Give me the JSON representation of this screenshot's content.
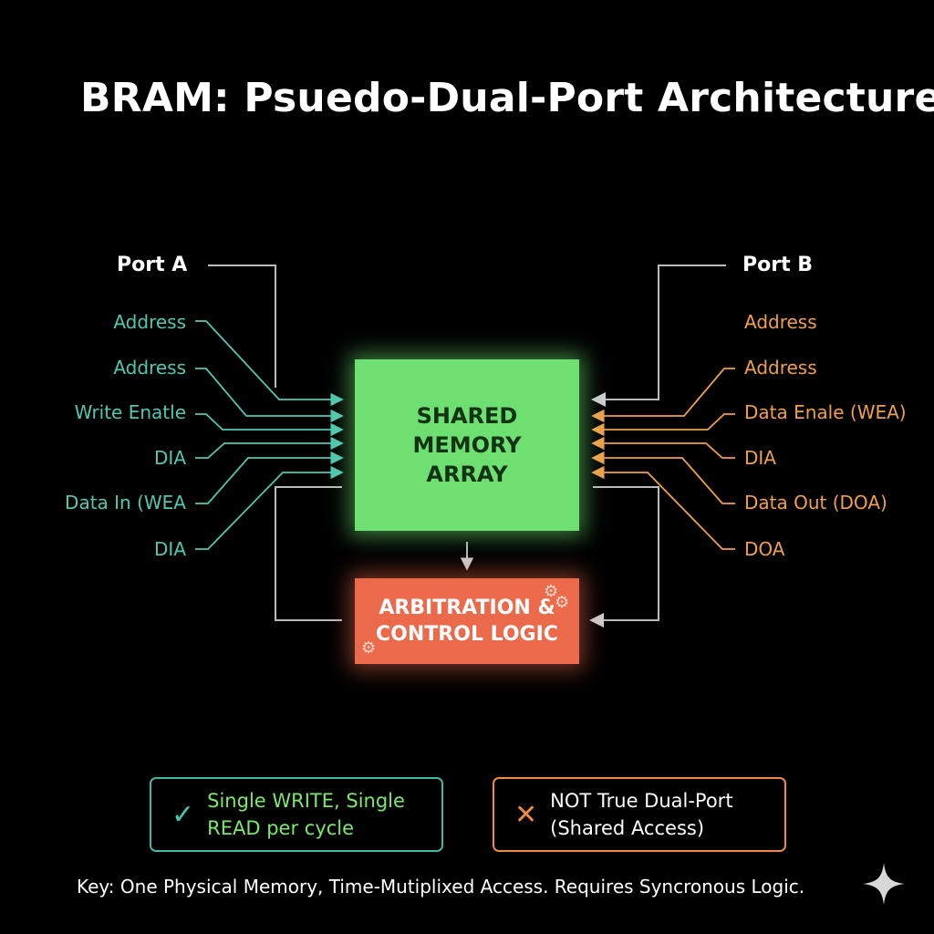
{
  "title": "BRAM: Psuedo-Dual-Port Architecture",
  "port_a": {
    "label": "Port A",
    "signals": [
      "Address",
      "Address",
      "Write Enatle",
      "DIA",
      "Data In (WEA",
      "DIA"
    ]
  },
  "port_b": {
    "label": "Port B",
    "signals": [
      "Address",
      "Address",
      "Data Enale (WEA)",
      "DIA",
      "Data Out (DOA)",
      "DOA"
    ]
  },
  "memory_block": {
    "label": "SHARED\nMEMORY\nARRAY"
  },
  "control_block": {
    "label": "ARBITRATION &\nCONTROL LOGIC"
  },
  "notes": {
    "ok": {
      "icon": "check-icon",
      "text": "Single WRITE, Single\nREAD per cycle"
    },
    "no": {
      "icon": "cross-icon",
      "text": "NOT True Dual-Port\n(Shared Access)"
    }
  },
  "key": "Key: One Physical Memory, Time-Mutiplixed Access. Requires Syncronous Logic.",
  "colors": {
    "port_a": "#4fc9b0",
    "port_b": "#f0a04a",
    "memory": "#6ee072",
    "control": "#ec6a4c",
    "wire": "#bbbbbb"
  }
}
